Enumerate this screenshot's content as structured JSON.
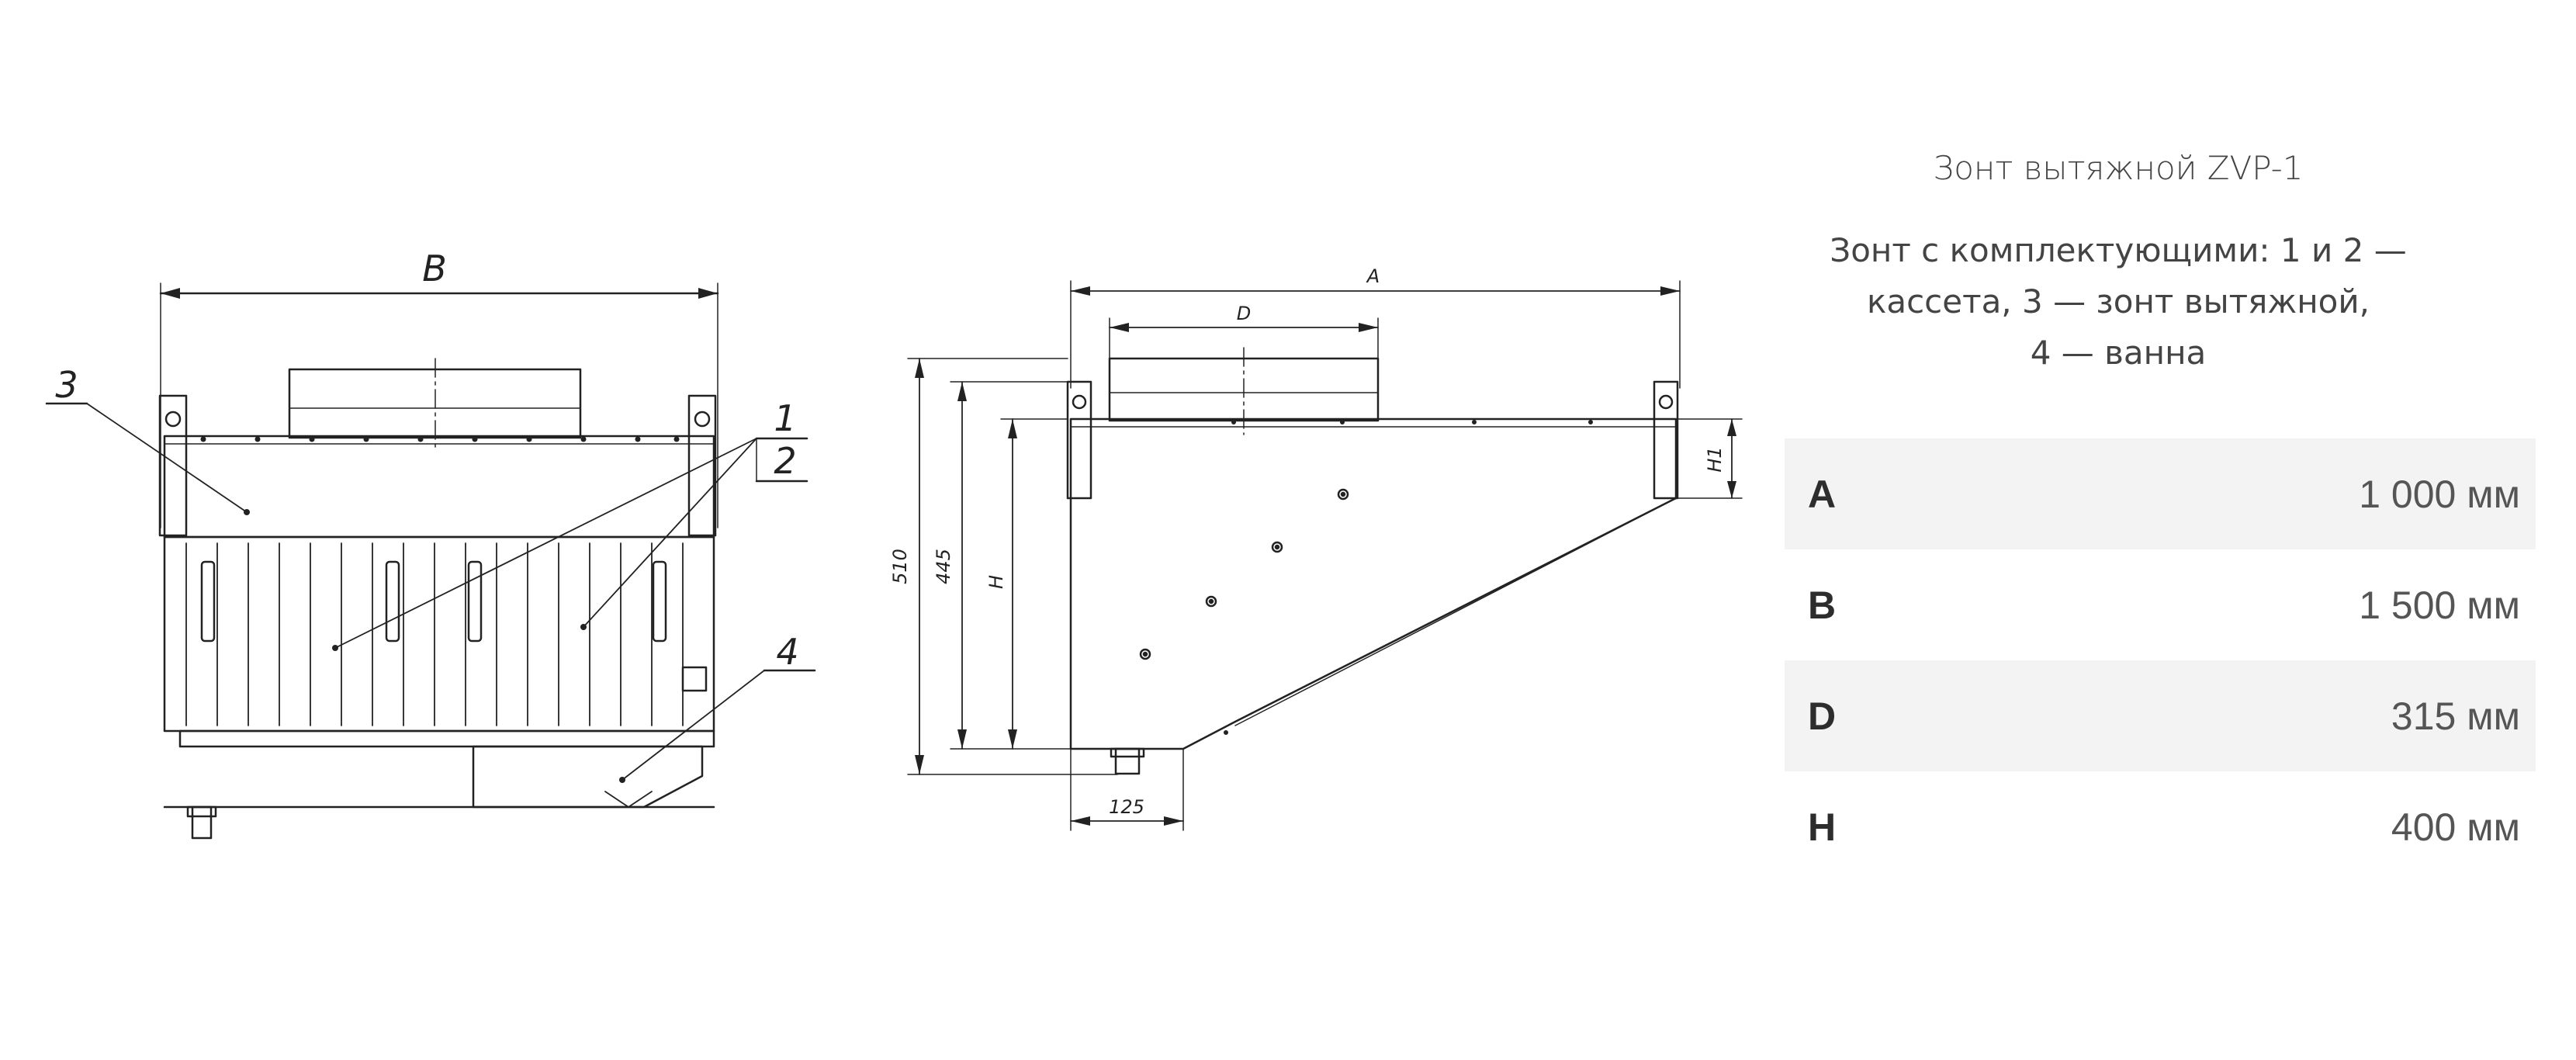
{
  "drawing": {
    "front_view": {
      "dim_width_label": "B",
      "callouts": [
        "3",
        "1",
        "2",
        "4"
      ]
    },
    "side_view": {
      "dim_labels": {
        "depth": "A",
        "duct": "D",
        "overall_height": "510",
        "mid_height": "445",
        "hood_height": "H",
        "bracket_height": "H1",
        "offset": "125"
      }
    }
  },
  "info": {
    "title": "Зонт вытяжной ZVP-1",
    "description": "Зонт с комплектующими: 1 и 2 —\nкассета, 3 — зонт вытяжной,\n4 — ванна",
    "specs": [
      {
        "key": "A",
        "value": "1 000 мм"
      },
      {
        "key": "B",
        "value": "1 500 мм"
      },
      {
        "key": "D",
        "value": "315 мм"
      },
      {
        "key": "H",
        "value": "400 мм"
      }
    ]
  }
}
